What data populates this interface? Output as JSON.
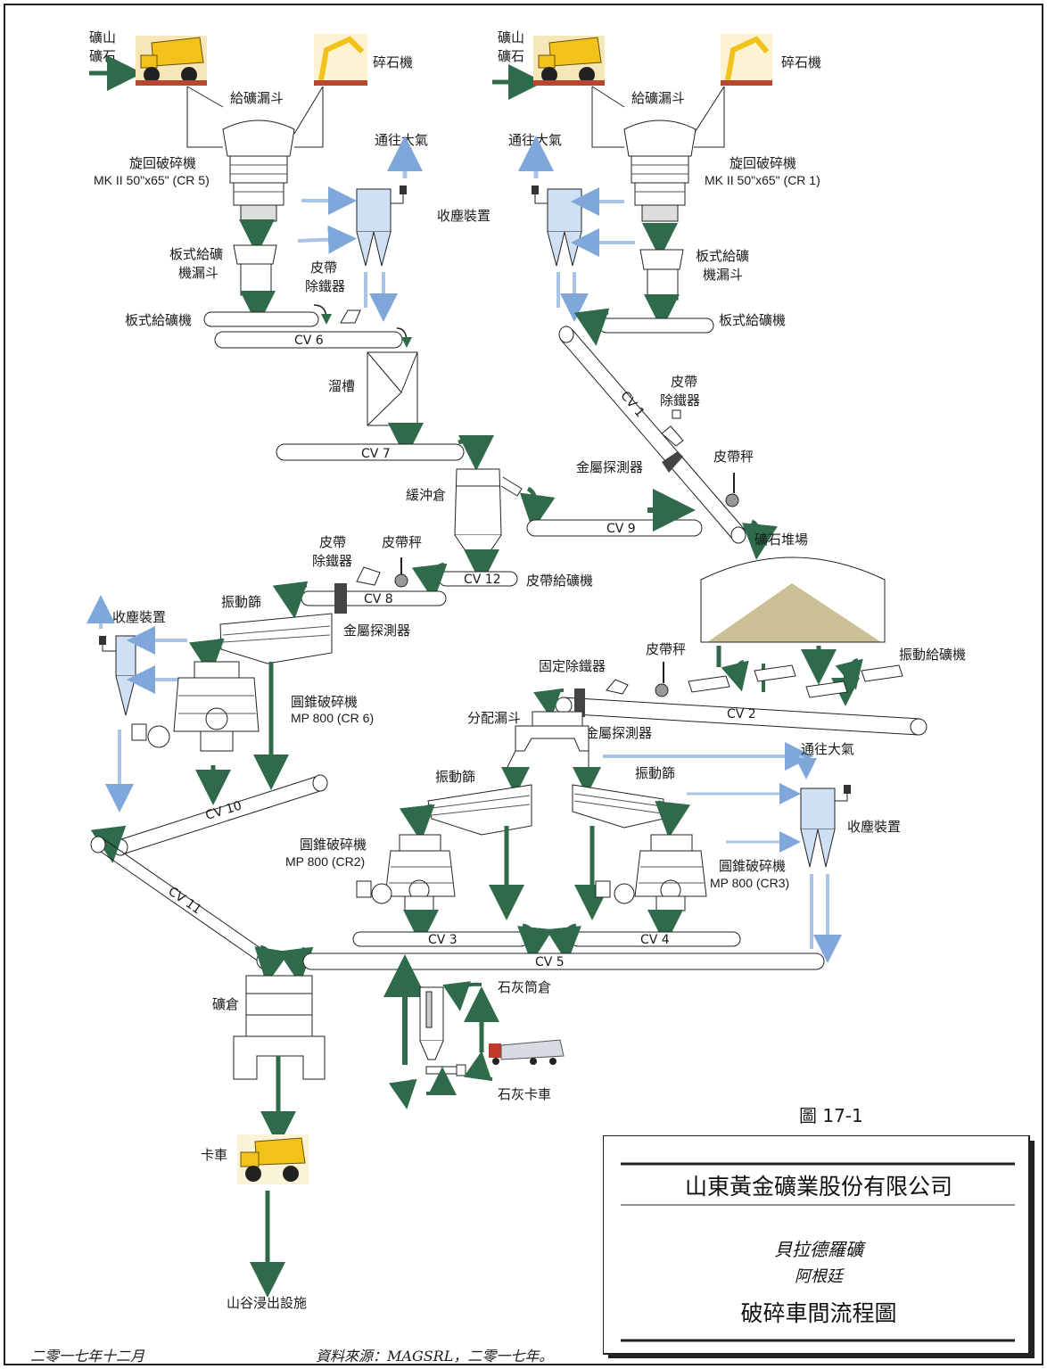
{
  "labels": {
    "mine_ore": "礦山\n礦石",
    "crusher_rock": "碎石機",
    "feed_hopper": "給礦漏斗",
    "to_atmosphere": "通往大氣",
    "gyratory_crusher": "旋回破碎機",
    "cr5_model": "MK II 50\"x65\" (CR 5)",
    "cr1_model": "MK II 50\"x65\" (CR 1)",
    "dust_collector": "收塵裝置",
    "apron_feeder_hopper": "板式給礦\n機漏斗",
    "belt_iron_remover": "皮帶\n除鐵器",
    "apron_feeder": "板式給礦機",
    "chute": "溜槽",
    "metal_detector": "金屬探測器",
    "belt_scale": "皮帶秤",
    "surge_bin": "緩沖倉",
    "ore_stockpile": "礦石堆場",
    "belt_feeder": "皮帶給礦機",
    "vibrating_screen": "振動篩",
    "cone_crusher": "圓錐破碎機",
    "cr6_model": "MP 800 (CR 6)",
    "cr2_model": "MP 800 (CR2)",
    "cr3_model": "MP 800 (CR3)",
    "fixed_iron_remover": "固定除鐵器",
    "distribution_hopper": "分配漏斗",
    "vibrating_feeder": "振動給礦機",
    "ore_bin": "礦倉",
    "lime_silo": "石灰筒倉",
    "lime_truck": "石灰卡車",
    "truck": "卡車",
    "valley_leach": "山谷浸出設施"
  },
  "conveyors": {
    "cv1": "CV 1",
    "cv2": "CV 2",
    "cv3": "CV 3",
    "cv4": "CV  4",
    "cv5": "CV 5",
    "cv6": "CV 6",
    "cv7": "CV 7",
    "cv8": "CV 8",
    "cv9": "CV 9",
    "cv10": "CV 10",
    "cv11": "CV 11",
    "cv12": "CV 12"
  },
  "figure_number": "圖 17-1",
  "title_box": {
    "company": "山東黃金礦業股份有限公司",
    "mine": "貝拉德羅礦",
    "country": "阿根廷",
    "title": "破碎車間流程圖"
  },
  "footer": {
    "date": "二零一七年十二月",
    "source": "資料來源：MAGSRL，二零一七年。"
  },
  "colors": {
    "green_arrow": "#2f6b4a",
    "blue_arrow": "#a8c4e6",
    "truck_yellow": "#f2c21a",
    "stockpile": "#cbbf95",
    "border": "#222222"
  }
}
